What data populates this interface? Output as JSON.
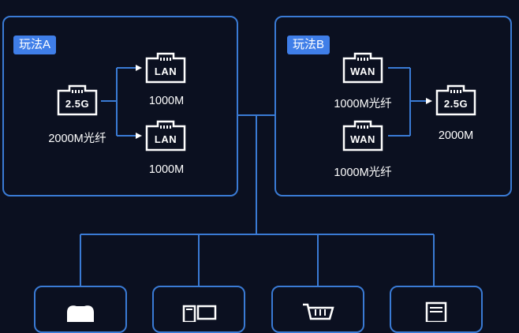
{
  "panel_a": {
    "badge": "玩法A",
    "input_port": {
      "label": "2.5G",
      "caption": "2000M光纤"
    },
    "outputs": [
      {
        "label": "LAN",
        "caption": "1000M"
      },
      {
        "label": "LAN",
        "caption": "1000M"
      }
    ]
  },
  "panel_b": {
    "badge": "玩法B",
    "inputs": [
      {
        "label": "WAN",
        "caption": "1000M光纤"
      },
      {
        "label": "WAN",
        "caption": "1000M光纤"
      }
    ],
    "output_port": {
      "label": "2.5G",
      "caption": "2000M"
    }
  },
  "devices": [
    {
      "icon": "gamepad-icon"
    },
    {
      "icon": "computer-icon"
    },
    {
      "icon": "shopping-cart-icon"
    },
    {
      "icon": "document-icon"
    }
  ],
  "colors": {
    "accent": "#3a7bd5",
    "badge": "#3f7ee8",
    "background": "#0b1020"
  }
}
